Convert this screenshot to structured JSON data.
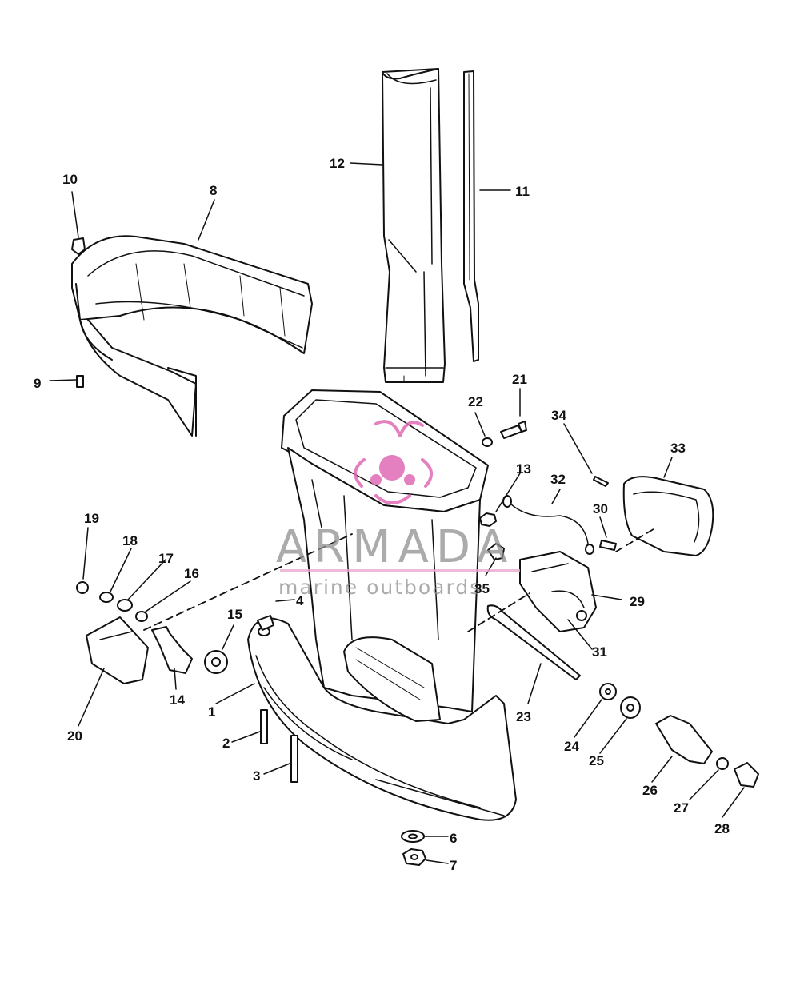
{
  "callouts": {
    "c1": "1",
    "c2": "2",
    "c3": "3",
    "c4": "4",
    "c6": "6",
    "c7": "7",
    "c8": "8",
    "c9": "9",
    "c10": "10",
    "c11": "11",
    "c12": "12",
    "c13": "13",
    "c14": "14",
    "c15": "15",
    "c16": "16",
    "c17": "17",
    "c18": "18",
    "c19": "19",
    "c20": "20",
    "c21": "21",
    "c22": "22",
    "c23": "23",
    "c24": "24",
    "c25": "25",
    "c26": "26",
    "c27": "27",
    "c28": "28",
    "c29": "29",
    "c30": "30",
    "c31": "31",
    "c32": "32",
    "c33": "33",
    "c34": "34",
    "c35": "35"
  },
  "watermark": {
    "brand": "ARMADA",
    "tagline": "marine outboards",
    "logo_color": "#e06bb4",
    "text_color": "#8f8f8f"
  }
}
